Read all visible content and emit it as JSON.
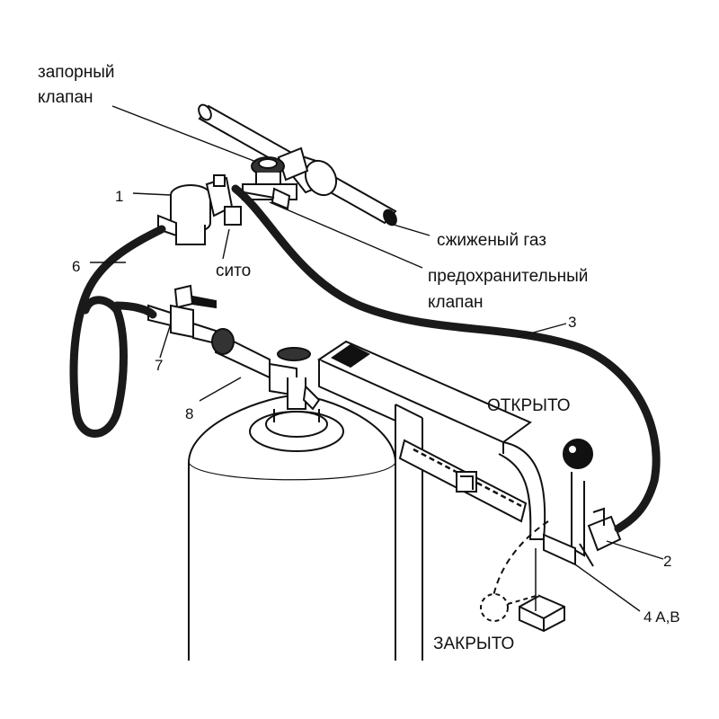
{
  "labels": {
    "shutoff_valve_line1": "запорный",
    "shutoff_valve_line2": "клапан",
    "liquefied_gas": "сжиженый газ",
    "safety_valve_line1": "предохранительный",
    "safety_valve_line2": "клапан",
    "strainer": "сито",
    "open": "ОТКРЫТО",
    "closed": "ЗАКРЫТО",
    "n1": "1",
    "n2": "2",
    "n3": "3",
    "n4": "4 A,B",
    "n6": "6",
    "n7": "7",
    "n8": "8"
  },
  "colors": {
    "line": "#111111",
    "hose": "#1a1a1a",
    "background": "#ffffff"
  }
}
